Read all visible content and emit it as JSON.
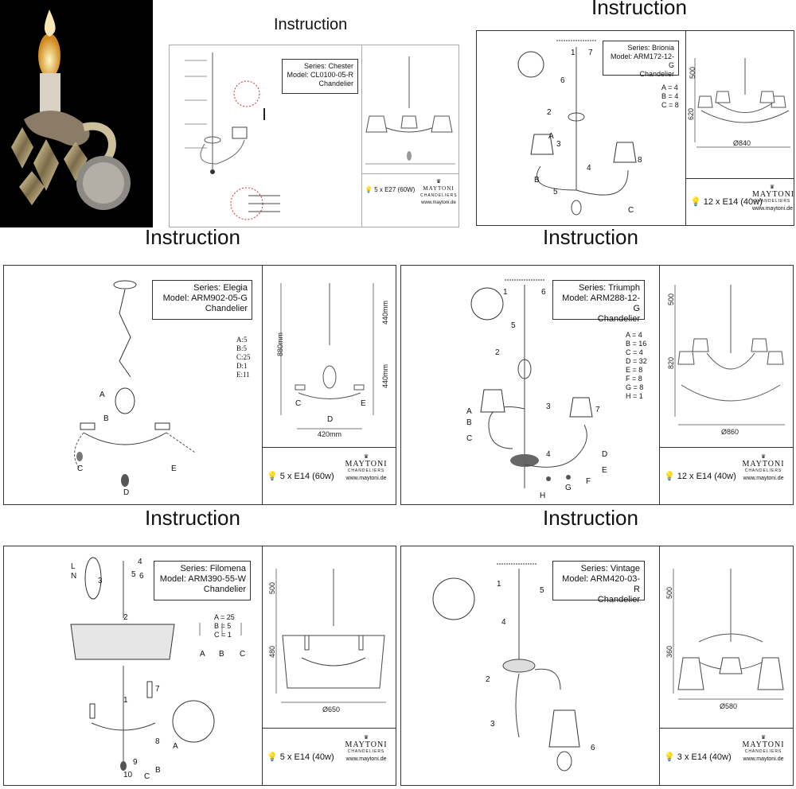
{
  "photo": {
    "alt_icon": "chandelier-photo"
  },
  "headings": {
    "top_right": "Instruction",
    "chester": "Instruction",
    "elegia": "Instruction",
    "triumph": "Instruction",
    "filomena": "Instruction",
    "vintage": "Instruction"
  },
  "panels": {
    "chester": {
      "series": "Series: Chester",
      "model": "Model: CL0100-05-R",
      "type": "Chandelier",
      "bulb": "5 x E27 (60W)",
      "brand": "MAYTONI",
      "brand_sub": "CHANDELIERS",
      "url": "www.maytoni.de"
    },
    "brionia": {
      "series": "Series: Brionia",
      "model": "Model: ARM172-12-G",
      "type": "Chandelier",
      "codes": "A = 4\nB = 4\nC = 8",
      "bulb": "12 x E14 (40w)",
      "brand": "MAYTONI",
      "brand_sub": "CHANDELIERS",
      "url": "www.maytoni.de",
      "dims": {
        "h1": "500",
        "h2": "620",
        "w": "Ø840"
      }
    },
    "elegia": {
      "series": "Series: Elegia",
      "model": "Model: ARM902-05-G",
      "type": "Chandelier",
      "codes": "A:5\nB:5\nC:25\nD:1\nE:11",
      "bulb": "5 x E14 (60w)",
      "brand": "MAYTONI",
      "brand_sub": "CHANDELIERS",
      "url": "www.maytoni.de",
      "dims": {
        "h_total": "880mm",
        "h1": "440mm",
        "h2": "440mm",
        "w": "420mm"
      }
    },
    "triumph": {
      "series": "Series: Triumph",
      "model": "Model: ARM288-12-G",
      "type": "Chandelier",
      "codes": "A = 4\nB = 16\nC = 4\nD = 32\nE = 8\nF = 8\nG = 8\nH = 1",
      "bulb": "12 x E14 (40w)",
      "brand": "MAYTONI",
      "brand_sub": "CHANDELIERS",
      "url": "www.maytoni.de",
      "dims": {
        "h1": "500",
        "h2": "820",
        "w": "Ø860"
      }
    },
    "filomena": {
      "series": "Series: Filomena",
      "model": "Model: ARM390-55-W",
      "type": "Chandelier",
      "codes": "A = 25\nB = 5\nC = 1",
      "bulb": "5 x E14 (40w)",
      "brand": "MAYTONI",
      "brand_sub": "CHANDELIERS",
      "url": "www.maytoni.de",
      "dims": {
        "h1": "500",
        "h2": "480",
        "w": "Ø650"
      }
    },
    "vintage": {
      "series": "Series: Vintage",
      "model": "Model: ARM420-03-R",
      "type": "Chandelier",
      "bulb": "3 x E14 (40w)",
      "brand": "MAYTONI",
      "brand_sub": "CHANDELIERS",
      "url": "www.maytoni.de",
      "dims": {
        "h1": "500",
        "h2": "360",
        "w": "Ø580"
      }
    }
  }
}
